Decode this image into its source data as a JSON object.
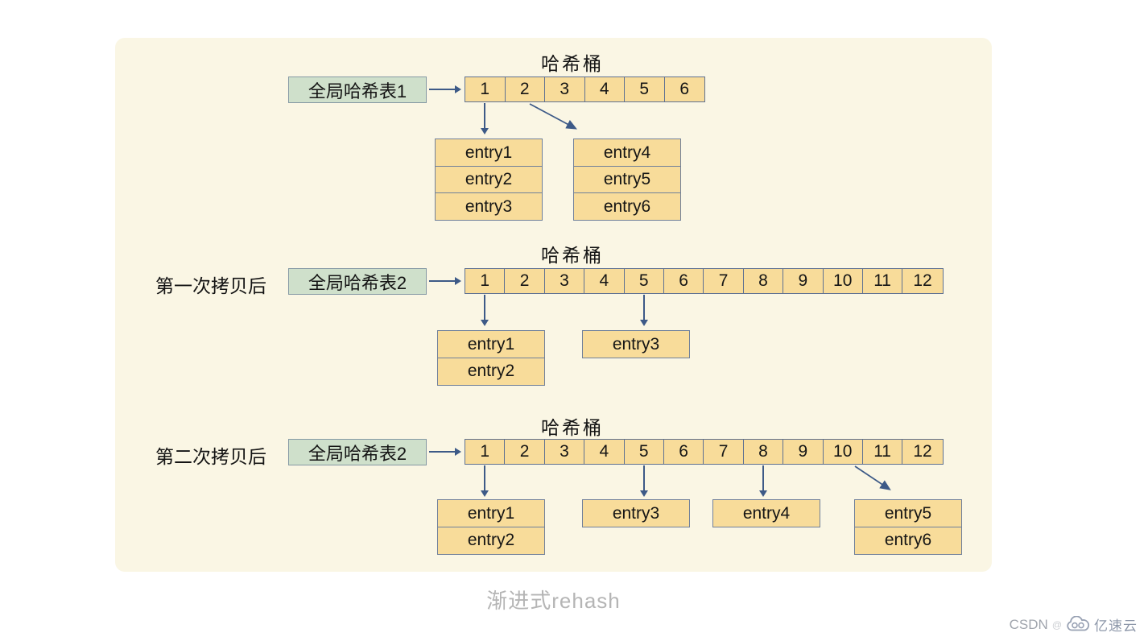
{
  "caption": "渐进式rehash",
  "watermark": {
    "csdn": "CSDN",
    "sep": "@",
    "brand": "亿速云"
  },
  "colors": {
    "panel_bg": "#faf6e4",
    "cell_fill": "#f8dc9a",
    "table_fill": "#cfe0cb",
    "cell_border": "#5f7192",
    "entry_border": "#70809a",
    "table_border": "#8599a4",
    "arrow": "#3d5a87",
    "caption_text": "#b5b5b5"
  },
  "sections": [
    {
      "row_label": "",
      "bucket_title": "哈希桶",
      "table_label": "全局哈希表1",
      "buckets": [
        "1",
        "2",
        "3",
        "4",
        "5",
        "6"
      ],
      "chains": [
        {
          "from_bucket": "1",
          "entries": [
            "entry1",
            "entry2",
            "entry3"
          ]
        },
        {
          "from_bucket": "2",
          "entries": [
            "entry4",
            "entry5",
            "entry6"
          ]
        }
      ]
    },
    {
      "row_label": "第一次拷贝后",
      "bucket_title": "哈希桶",
      "table_label": "全局哈希表2",
      "buckets": [
        "1",
        "2",
        "3",
        "4",
        "5",
        "6",
        "7",
        "8",
        "9",
        "10",
        "11",
        "12"
      ],
      "chains": [
        {
          "from_bucket": "1",
          "entries": [
            "entry1",
            "entry2"
          ]
        },
        {
          "from_bucket": "5",
          "entries": [
            "entry3"
          ]
        }
      ]
    },
    {
      "row_label": "第二次拷贝后",
      "bucket_title": "哈希桶",
      "table_label": "全局哈希表2",
      "buckets": [
        "1",
        "2",
        "3",
        "4",
        "5",
        "6",
        "7",
        "8",
        "9",
        "10",
        "11",
        "12"
      ],
      "chains": [
        {
          "from_bucket": "1",
          "entries": [
            "entry1",
            "entry2"
          ]
        },
        {
          "from_bucket": "5",
          "entries": [
            "entry3"
          ]
        },
        {
          "from_bucket": "8",
          "entries": [
            "entry4"
          ]
        },
        {
          "from_bucket": "10",
          "entries": [
            "entry5",
            "entry6"
          ]
        }
      ]
    }
  ]
}
